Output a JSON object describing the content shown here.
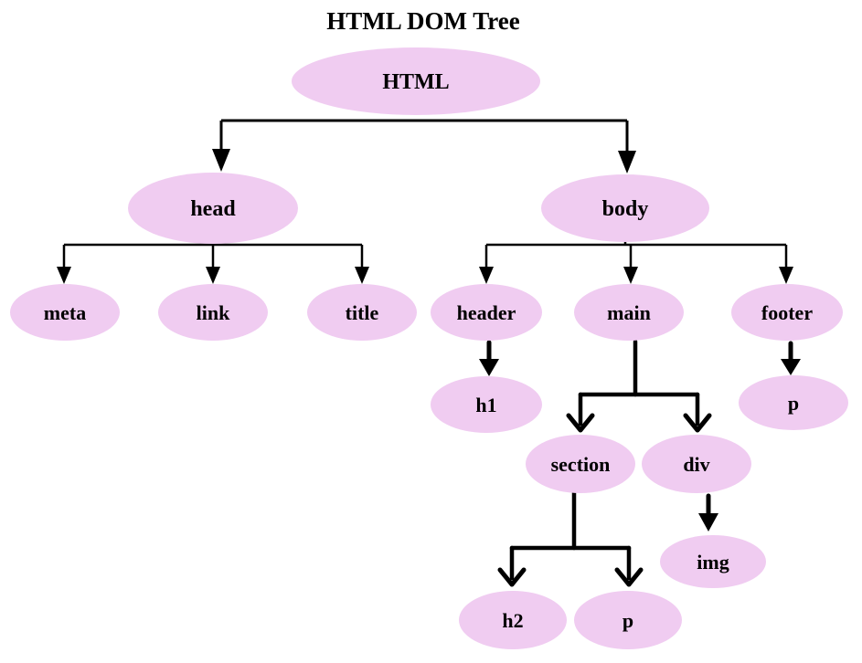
{
  "title": "HTML DOM Tree",
  "colors": {
    "node_fill": "#F0CCF1",
    "line": "#000000",
    "text": "#000000",
    "background": "#FFFFFF"
  },
  "nodes": [
    {
      "id": "html",
      "label": "HTML"
    },
    {
      "id": "head",
      "label": "head"
    },
    {
      "id": "body",
      "label": "body"
    },
    {
      "id": "meta",
      "label": "meta"
    },
    {
      "id": "link",
      "label": "link"
    },
    {
      "id": "title",
      "label": "title"
    },
    {
      "id": "header",
      "label": "header"
    },
    {
      "id": "main",
      "label": "main"
    },
    {
      "id": "footer",
      "label": "footer"
    },
    {
      "id": "h1",
      "label": "h1"
    },
    {
      "id": "p-footer",
      "label": "p"
    },
    {
      "id": "section",
      "label": "section"
    },
    {
      "id": "div",
      "label": "div"
    },
    {
      "id": "img",
      "label": "img"
    },
    {
      "id": "h2",
      "label": "h2"
    },
    {
      "id": "p-section",
      "label": "p"
    }
  ],
  "edges": [
    {
      "from": "html",
      "to": "head"
    },
    {
      "from": "html",
      "to": "body"
    },
    {
      "from": "head",
      "to": "meta"
    },
    {
      "from": "head",
      "to": "link"
    },
    {
      "from": "head",
      "to": "title"
    },
    {
      "from": "body",
      "to": "header"
    },
    {
      "from": "body",
      "to": "main"
    },
    {
      "from": "body",
      "to": "footer"
    },
    {
      "from": "header",
      "to": "h1"
    },
    {
      "from": "main",
      "to": "section"
    },
    {
      "from": "main",
      "to": "div"
    },
    {
      "from": "footer",
      "to": "p-footer"
    },
    {
      "from": "section",
      "to": "h2"
    },
    {
      "from": "section",
      "to": "p-section"
    },
    {
      "from": "div",
      "to": "img"
    }
  ]
}
